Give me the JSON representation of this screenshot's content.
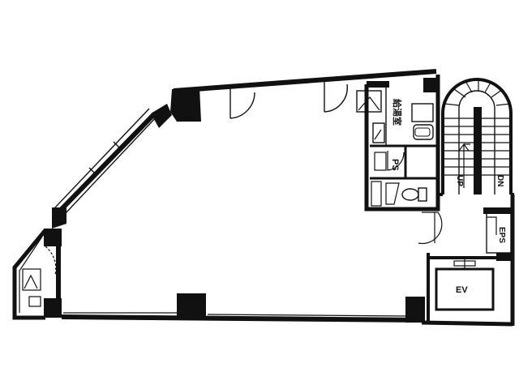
{
  "colors": {
    "wall": "#111111",
    "line": "#111111",
    "background": "#ffffff"
  },
  "labels": {
    "storage": "給湯室",
    "ps": "PS",
    "eps": "EPS",
    "ev": "EV",
    "up": "UP",
    "dn": "DN"
  }
}
